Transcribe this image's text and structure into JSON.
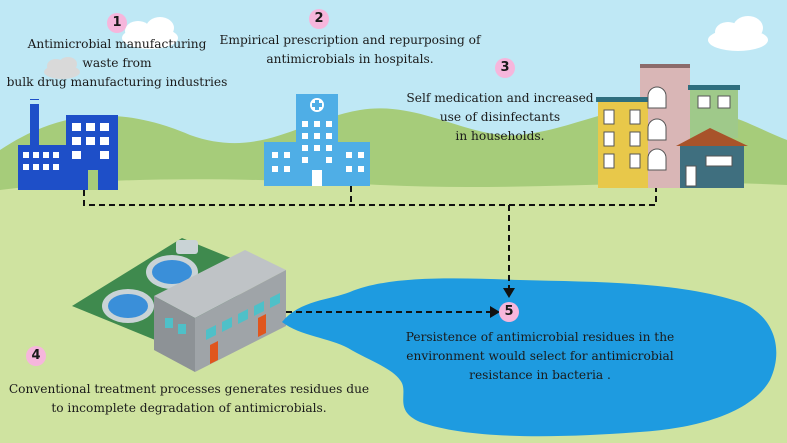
{
  "steps": [
    {
      "number": "1",
      "lines": [
        "Antimicrobial manufacturing",
        "waste from",
        "bulk drug manufacturing industries"
      ]
    },
    {
      "number": "2",
      "lines": [
        "Empirical prescription and repurposing of",
        "antimicrobials in hospitals."
      ]
    },
    {
      "number": "3",
      "lines": [
        "Self medication and increased",
        "use of disinfectants",
        "in households."
      ]
    },
    {
      "number": "4",
      "lines": [
        "Conventional treatment processes generates residues due",
        "to incomplete degradation of antimicrobials."
      ]
    },
    {
      "number": "5",
      "lines": [
        "Persistence of antimicrobial residues in the",
        "environment would select for antimicrobial",
        "resistance in bacteria ."
      ]
    }
  ],
  "colors": {
    "sky": "#bfe8f5",
    "hills": "#a6cc7a",
    "ground": "#cfe3a0",
    "water": "#1e9be0",
    "badge": "#f6b6dc",
    "factory": "#1e4fc8",
    "hospital": "#4faee6"
  },
  "icons": [
    "cloud-icon",
    "factory-icon",
    "hospital-icon",
    "houses-icon",
    "treatment-plant-icon",
    "lake-icon"
  ]
}
